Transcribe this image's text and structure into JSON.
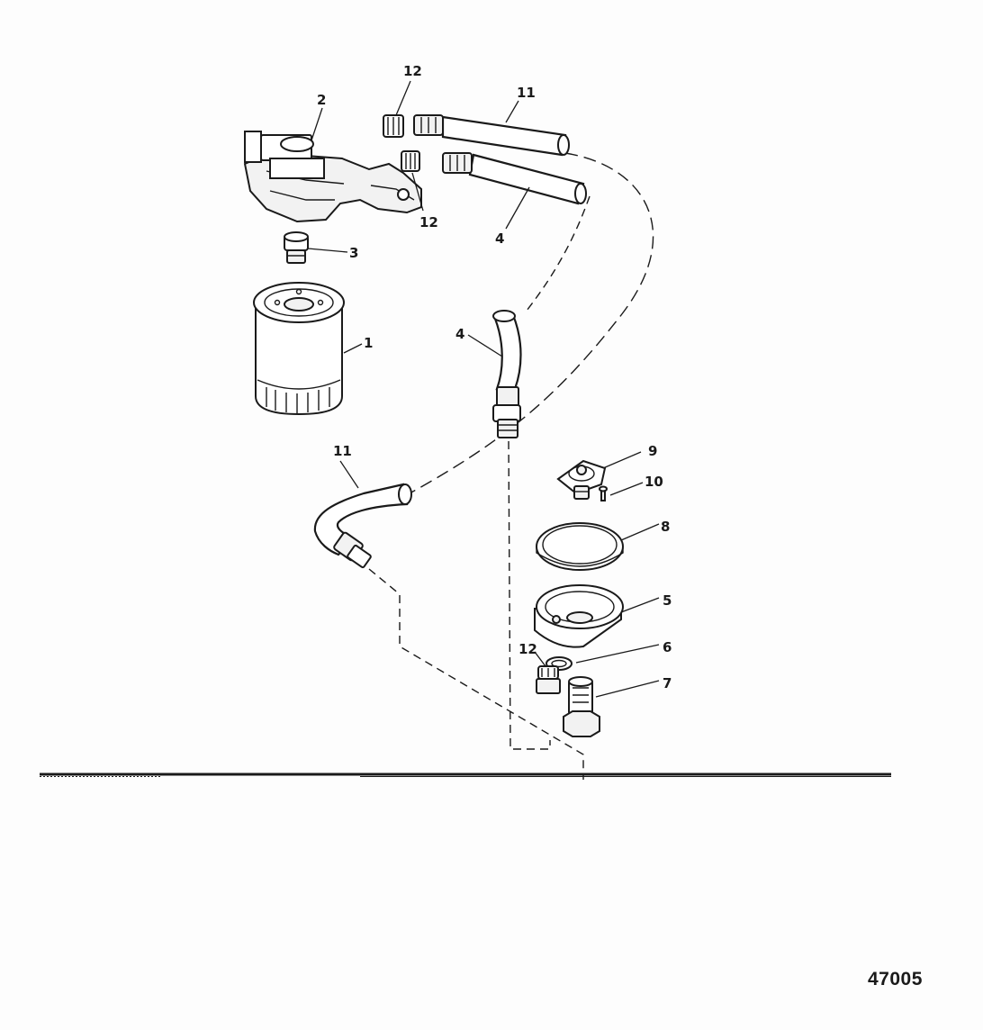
{
  "diagram": {
    "figure_number": "47005",
    "callouts": {
      "oil_filter": "1",
      "filter_adapter_bracket": "2",
      "adapter_fitting": "3",
      "hose_4_upper": "4",
      "hose_4_lower": "4",
      "adapter_plate": "5",
      "o_ring": "6",
      "adapter_nut": "7",
      "seal_ring": "8",
      "thermostat_valve": "9",
      "screw": "10",
      "hose_11_upper": "11",
      "hose_11_lower": "11",
      "fitting_12_top": "12",
      "fitting_12_middle": "12",
      "fitting_12_bottom": "12"
    }
  }
}
